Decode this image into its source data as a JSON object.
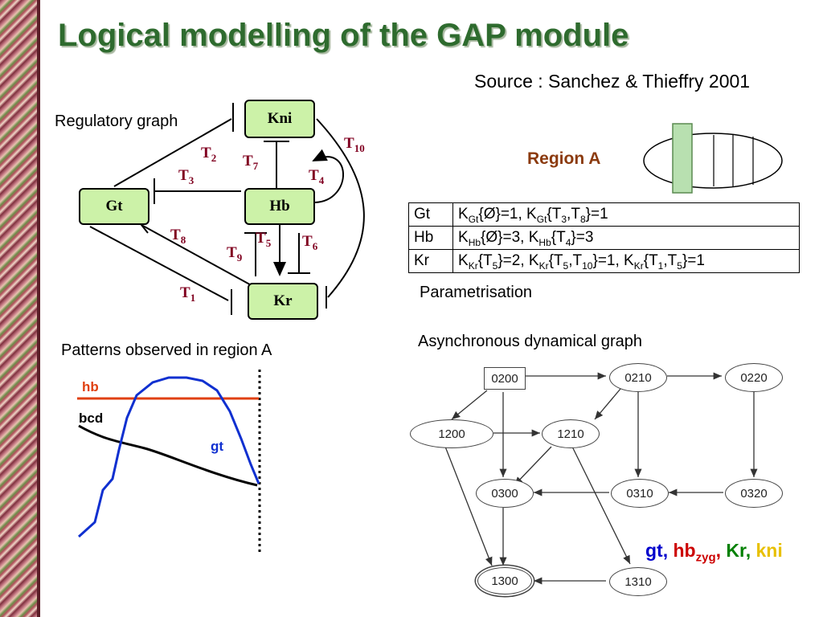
{
  "title": "Logical modelling of the GAP module",
  "source": "Source : Sanchez & Thieffry 2001",
  "regulatory_graph": {
    "caption": "Regulatory graph",
    "nodes": {
      "kni": "Kni",
      "hb": "Hb",
      "gt": "Gt",
      "kr": "Kr"
    },
    "transitions": {
      "t1": "1",
      "t2": "2",
      "t3": "3",
      "t4": "4",
      "t5": "5",
      "t6": "6",
      "t7": "7",
      "t8": "8",
      "t9": "9",
      "t10": "10"
    },
    "t_letter": "T"
  },
  "region": {
    "label": "Region A"
  },
  "parametrisation": {
    "caption": "Parametrisation",
    "rows": [
      {
        "gene": "Gt",
        "k": "K",
        "s1": "Gt",
        "a1": "{Ø}=1, K",
        "s2": "Gt",
        "a2": "{T",
        "s3": "3",
        "a3": ",T",
        "s4": "8",
        "a4": "}=1"
      },
      {
        "gene": "Hb",
        "k": "K",
        "s1": "Hb",
        "a1": "{Ø}=3, K",
        "s2": "Hb",
        "a2": "{T",
        "s3": "4",
        "a3": "}=3"
      },
      {
        "gene": "Kr",
        "k": "K",
        "s1": "Kr",
        "a1": "{T",
        "s2": "5",
        "a2": "}=2, K",
        "s3": "Kr",
        "a3": "{T",
        "s4": "5",
        "a4": ",T",
        "s5": "10",
        "a5": "}=1, K",
        "s6": "Kr",
        "a6": "{T",
        "s7": "1",
        "a7": ",T",
        "s8": "5",
        "a8": "}=1"
      }
    ]
  },
  "patterns": {
    "caption": "Patterns observed in region A",
    "hb": "hb",
    "bcd": "bcd",
    "gt": "gt",
    "colors": {
      "hb": "#e04010",
      "bcd": "#000000",
      "gt": "#1030d0"
    }
  },
  "async_graph": {
    "caption": "Asynchronous dynamical graph",
    "states": [
      "0200",
      "0210",
      "0220",
      "1200",
      "1210",
      "0300",
      "0310",
      "0320",
      "1300",
      "1310"
    ]
  },
  "legend": {
    "gt": "gt",
    "sep1": ", ",
    "hb": "hb",
    "hb_sub": "zyg",
    "sep2": ", ",
    "kr": "Kr",
    "sep3": ", ",
    "kni": "kni",
    "colors": {
      "gt": "#0000cc",
      "hb": "#cc0000",
      "kr": "#008000",
      "kni": "#e8c000"
    }
  },
  "colors": {
    "title": "#2e6b2e",
    "node_fill": "#ccf2a8",
    "region_label": "#8b3a0e",
    "transition_label": "#800020"
  }
}
